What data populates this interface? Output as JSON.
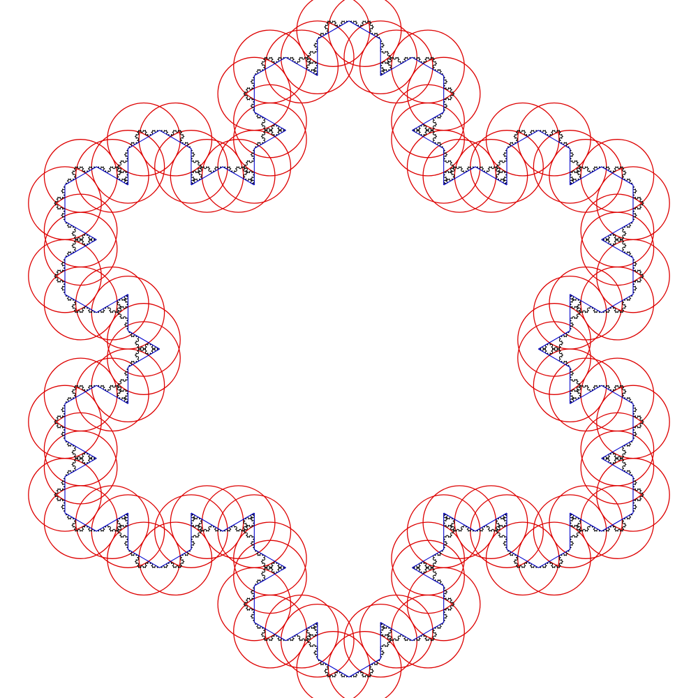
{
  "figure": {
    "kind": "koch-flake-of-flakes",
    "background_color": "#ffffff",
    "curve_color": "#000000",
    "chord_color": "#0000cc",
    "circle_color": "#dd0000",
    "outer_symmetry": 6,
    "sub_edges_per_arm": 16,
    "koch_depth": 3,
    "show_circles": true,
    "show_chords": true,
    "show_curve": true
  }
}
